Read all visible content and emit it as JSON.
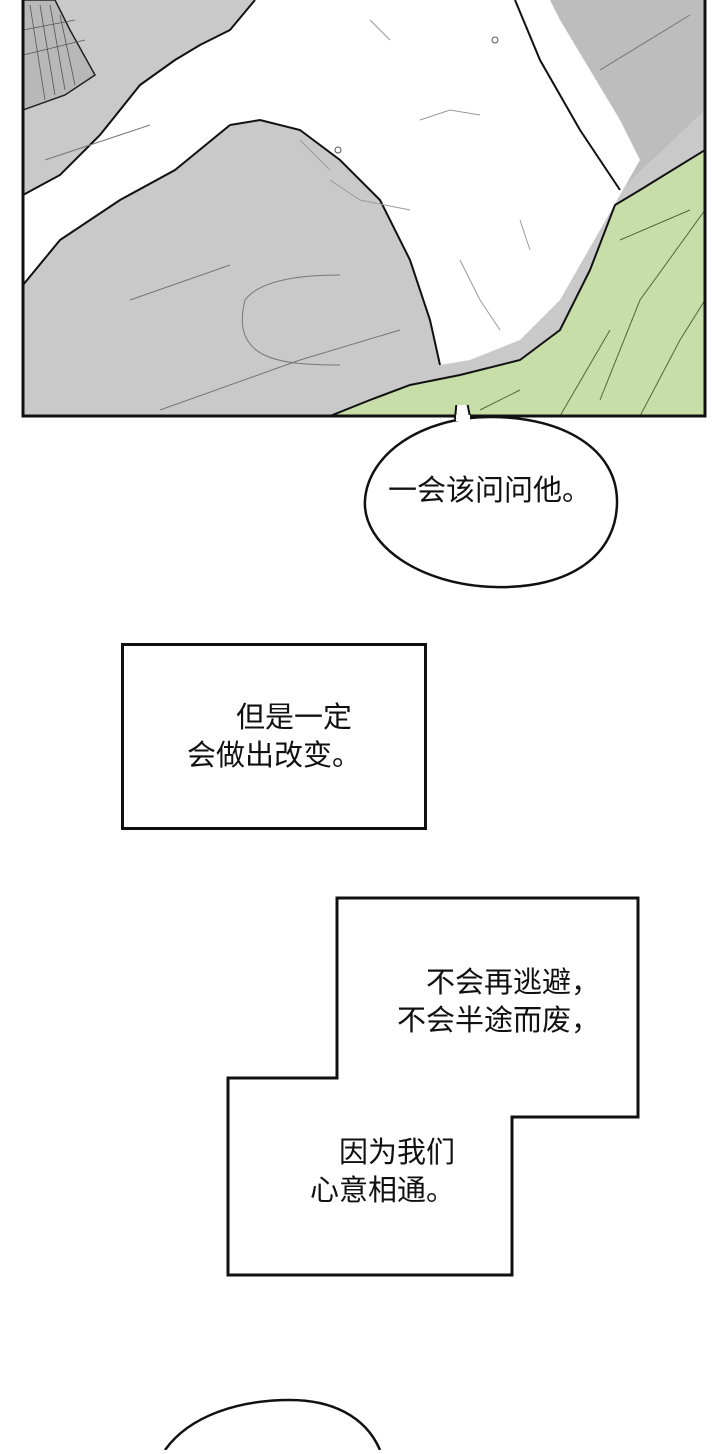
{
  "page": {
    "type": "webtoon-strip",
    "background": "#ffffff"
  },
  "art_panel": {
    "description": "shirtless figure lying back on grey bedding with a green blanket",
    "colors": {
      "skin": "#ffffff",
      "bedding": "#c8c8c8",
      "bedding_shadow": "#b2b2b2",
      "blanket": "#c8dea8",
      "outline": "#111111"
    }
  },
  "speech_bubble_1": {
    "text": "一会该问问他。"
  },
  "caption_box_1": {
    "line1": "但是一定",
    "line2": "会做出改变。"
  },
  "caption_box_2": {
    "upper": {
      "line1": "不会再逃避，",
      "line2": "不会半途而废，"
    },
    "lower": {
      "line1": "因为我们",
      "line2": "心意相通。"
    }
  },
  "speech_bubble_2": {
    "text": ""
  }
}
